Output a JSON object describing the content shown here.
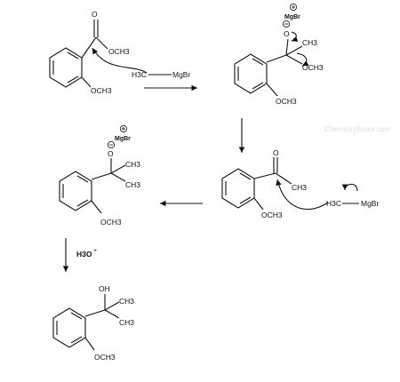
{
  "labels": {
    "ester_och3": "OCH3",
    "ring1_och3": "OCH3",
    "grignard1_h3c": "H3C",
    "grignard1_mgbr": "MgBr",
    "tet_mgbr": "MgBr",
    "tet_o": "O",
    "tet_ch3": "CH3",
    "tet_och3": "OCH3",
    "ring2_och3": "OCH3",
    "ketone_o": "O",
    "ketone_ch3": "CH3",
    "ring3_och3": "OCH3",
    "grignard2_h3c": "H3C",
    "grignard2_mgbr": "MgBr",
    "alk_mgbr": "MgBr",
    "alk_o": "O",
    "alk_ch3_a": "CH3",
    "alk_ch3_b": "CH3",
    "ring4_och3": "OCH3",
    "h3o_reagent": "H3O",
    "h3o_charge": "+",
    "oh_label": "OH",
    "prod_ch3_a": "CH3",
    "prod_ch3_b": "CH3",
    "ring5_och3": "OCH3",
    "watermark": "ChemistryScore.com"
  }
}
